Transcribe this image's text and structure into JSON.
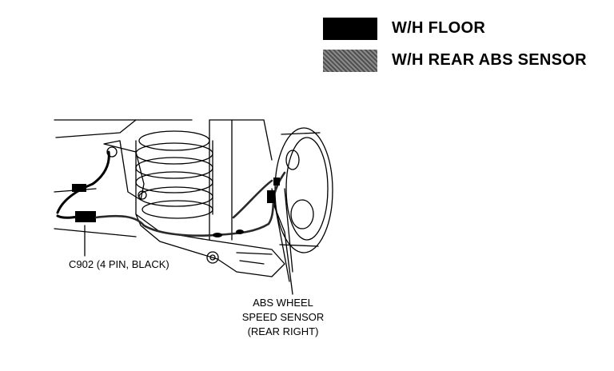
{
  "legend": [
    {
      "label": "W/H FLOOR",
      "color": "#000000"
    },
    {
      "label": "W/H REAR ABS SENSOR",
      "color": "#6e6e6e"
    }
  ],
  "callouts": {
    "connector": "C902 (4 PIN, BLACK)",
    "sensor_line1": "ABS WHEEL",
    "sensor_line2": "SPEED SENSOR",
    "sensor_line3": "(REAR RIGHT)"
  }
}
